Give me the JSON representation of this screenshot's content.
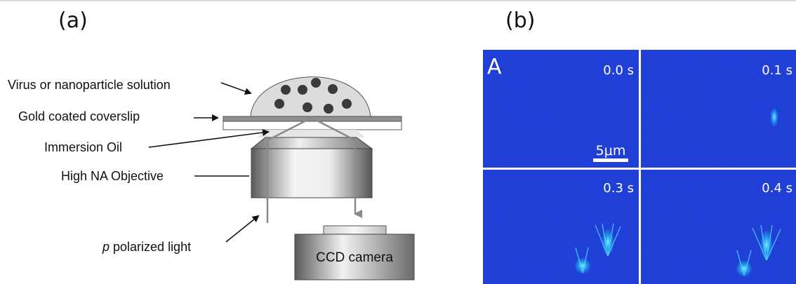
{
  "panels": {
    "a": {
      "label": "(a)",
      "callouts": {
        "solution": "Virus or nanoparticle solution",
        "coverslip": "Gold coated coverslip",
        "oil": "Immersion Oil",
        "objective": "High NA Objective",
        "light_prefix": "p",
        "light_rest": " polarized light"
      },
      "camera_label": "CCD camera"
    },
    "b": {
      "label": "(b)",
      "corner_letter": "A",
      "scale_bar_label": "5μm",
      "frames": [
        {
          "time": "0.0 s"
        },
        {
          "time": "0.1 s"
        },
        {
          "time": "0.3 s"
        },
        {
          "time": "0.4 s"
        }
      ]
    }
  },
  "colors": {
    "micrograph_background": "#1f3fd6",
    "speckle": "#00d2ff",
    "divider": "#ffffff"
  }
}
